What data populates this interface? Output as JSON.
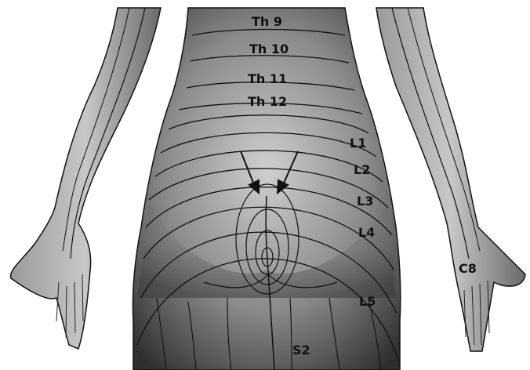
{
  "labels": {
    "th9": "Th 9",
    "th10": "Th 10",
    "th11": "Th 11",
    "th12": "Th 12",
    "l1": "L1",
    "l2": "L2",
    "l3": "L3",
    "l4": "L4",
    "l5": "L5",
    "c8": "C8",
    "s2": "S2"
  },
  "colors": {
    "skin_dark": "#2a2a2a",
    "skin_mid": "#6f6f6f",
    "skin_light": "#bdbdbd",
    "line": "#111111",
    "background": "#ffffff"
  }
}
